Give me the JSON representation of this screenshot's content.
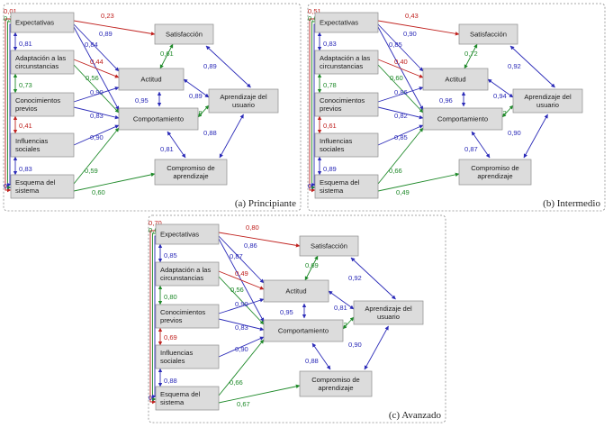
{
  "colors": {
    "blue": "#2b2bb8",
    "red": "#c0221f",
    "green": "#1f8a2a",
    "box": "#dcdcdc"
  },
  "nodes": {
    "expectativas": [
      "Expectativas"
    ],
    "adaptacion": [
      "Adaptación a las",
      "circunstancias"
    ],
    "conocimientos": [
      "Conocimientos",
      "previos"
    ],
    "influencias": [
      "Influencias",
      "sociales"
    ],
    "esquema": [
      "Esquema del",
      "sistema"
    ],
    "satisfaccion": [
      "Satisfacción"
    ],
    "actitud": [
      "Actitud"
    ],
    "comportamiento": [
      "Comportamiento"
    ],
    "compromiso": [
      "Compromiso de",
      "aprendizaje"
    ],
    "aprendizaje": [
      "Aprendizaje del",
      "usuario"
    ]
  },
  "panels": [
    {
      "id": "principiante",
      "caption": "(a) Principiante",
      "coefficients": {
        "exp_sat": "0,23",
        "exp_act": "0,84",
        "exp_comp": "0,89",
        "ada_act": "0,44",
        "ada_comp": "0,56",
        "con_act": "0,90",
        "con_comp": "0,83",
        "inf_comp": "0,90",
        "esq_comp": "0,59",
        "esq_compro": "0,60",
        "bar1": "0,01",
        "bar2": "0,33",
        "l_exp_ada": "0,81",
        "l_ada_con": "0,73",
        "l_con_inf": "0,41",
        "l_inf_esq": "0,83",
        "l_esq": "0,33",
        "sat_act": "0,61",
        "sat_apr": "0,89",
        "act_comp": "0,95",
        "act_apr": "0,89",
        "comp_apr": "0,69",
        "comp_compro": "0,81",
        "compro_apr": "0,88"
      }
    },
    {
      "id": "intermedio",
      "caption": "(b) Intermedio",
      "coefficients": {
        "exp_sat": "0,43",
        "exp_act": "0,85",
        "exp_comp": "0,90",
        "ada_act": "0,40",
        "ada_comp": "0,60",
        "con_act": "0,86",
        "con_comp": "0,82",
        "inf_comp": "0,85",
        "esq_comp": "0,66",
        "esq_compro": "0,49",
        "bar1": "0,51",
        "bar2": "0,63",
        "l_exp_ada": "0,83",
        "l_ada_con": "0,78",
        "l_con_inf": "0,61",
        "l_inf_esq": "0,89",
        "l_esq": "0,53",
        "sat_act": "0,72",
        "sat_apr": "0,92",
        "act_comp": "0,96",
        "act_apr": "0,94",
        "comp_apr": "0,72",
        "comp_compro": "0,87",
        "compro_apr": "0,90"
      }
    },
    {
      "id": "avanzado",
      "caption": "(c) Avanzado",
      "coefficients": {
        "exp_sat": "0,80",
        "exp_act": "0,87",
        "exp_comp": "0,86",
        "ada_act": "0,49",
        "ada_comp": "0,56",
        "con_act": "0,90",
        "con_comp": "0,83",
        "inf_comp": "0,90",
        "esq_comp": "0,66",
        "esq_compro": "0,67",
        "bar1": "0,70",
        "bar2": "0,65",
        "l_exp_ada": "0,85",
        "l_ada_con": "0,80",
        "l_con_inf": "0,69",
        "l_inf_esq": "0,88",
        "l_esq": "0,73",
        "sat_act": "0,69",
        "sat_apr": "0,92",
        "act_comp": "0,95",
        "act_apr": "0,81",
        "comp_apr": "0,72",
        "comp_compro": "0,88",
        "compro_apr": "0,90"
      }
    }
  ]
}
